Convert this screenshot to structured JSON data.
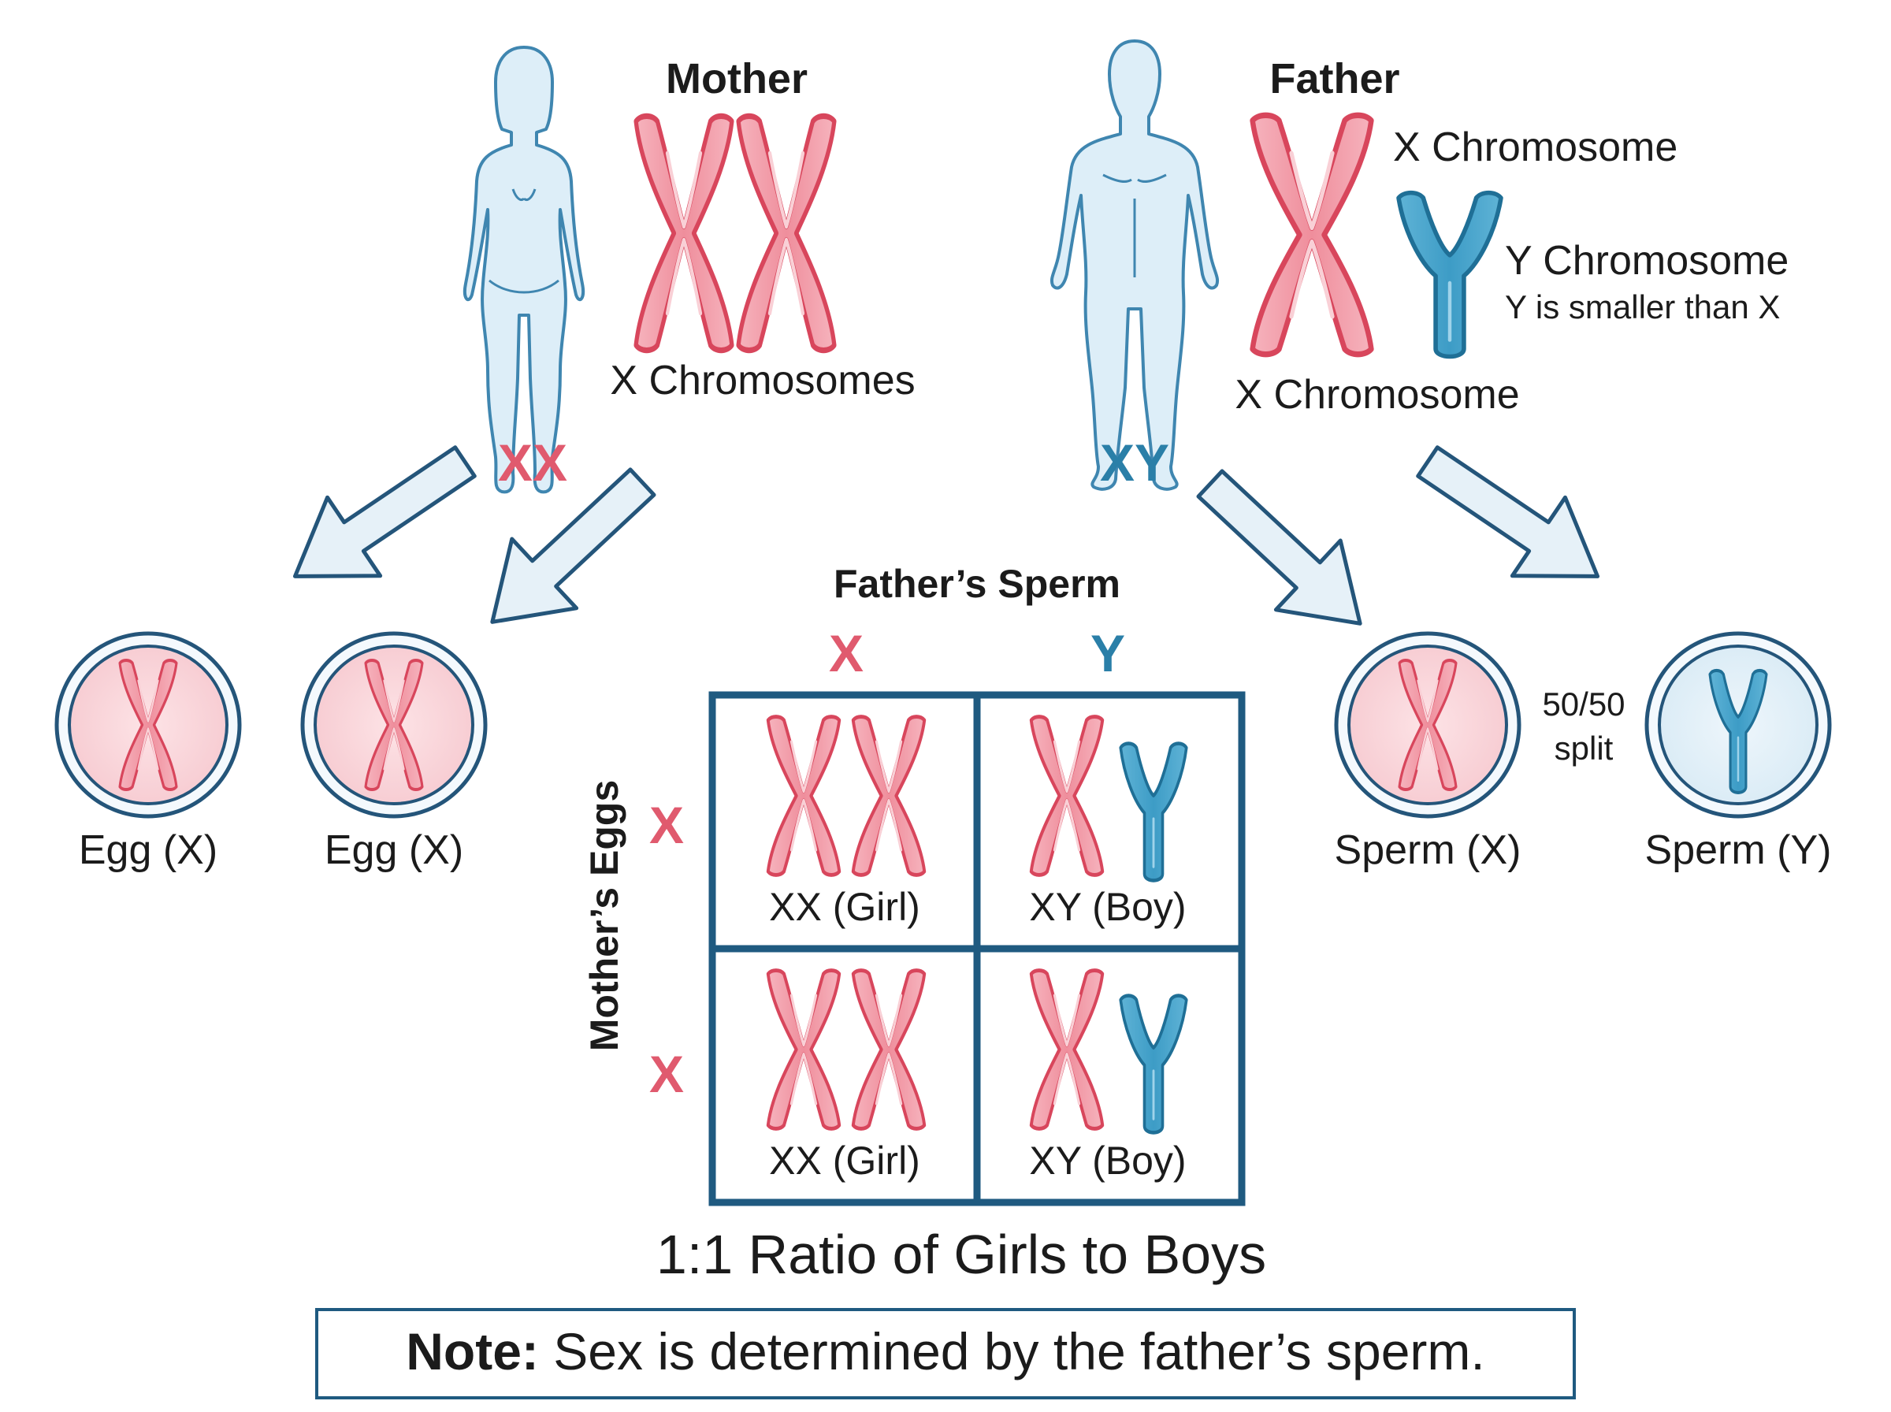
{
  "colors": {
    "x_pink": "#e05a6e",
    "y_blue": "#2a7fa8",
    "outline_dark": "#1f5a80",
    "figure_fill": "#ddeef8",
    "figure_stroke": "#3f86b0"
  },
  "mother": {
    "title": "Mother",
    "chromosome_label": "X Chromosomes",
    "genotype": "XX"
  },
  "father": {
    "title": "Father",
    "x_label": "X Chromosome",
    "y_label": "Y Chromosome",
    "y_note": "Y is smaller than X",
    "x_label_bottom": "X Chromosome",
    "genotype": "XY"
  },
  "gametes": {
    "egg1": "Egg (X)",
    "egg2": "Egg (X)",
    "sperm_x": "Sperm (X)",
    "sperm_y": "Sperm (Y)",
    "split_line1": "50/50",
    "split_line2": "split"
  },
  "punnett": {
    "col_title": "Father’s Sperm",
    "col_headers": [
      "X",
      "Y"
    ],
    "row_title": "Mother’s Eggs",
    "row_headers": [
      "X",
      "X"
    ],
    "cells": [
      [
        "XX (Girl)",
        "XY (Boy)"
      ],
      [
        "XX (Girl)",
        "XY (Boy)"
      ]
    ]
  },
  "ratio": "1:1 Ratio of Girls to Boys",
  "note": {
    "bold": "Note:",
    "text": " Sex is determined by the father’s sperm."
  }
}
